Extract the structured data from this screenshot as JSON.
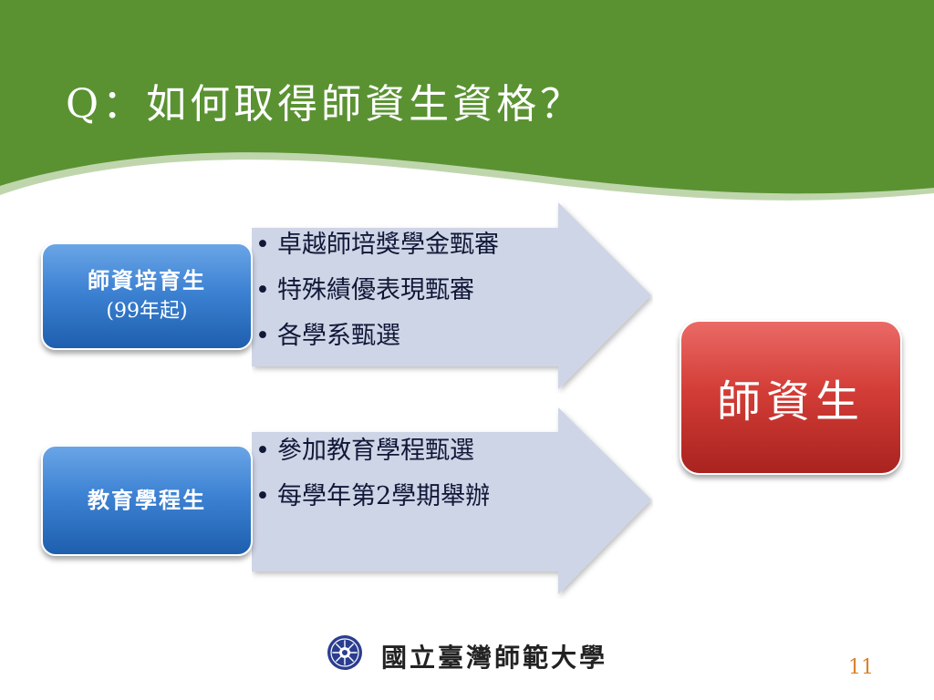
{
  "slide": {
    "title": "Q：如何取得師資生資格？",
    "colors": {
      "header_green": "#5a9232",
      "arrow_fill": "#ced5e6",
      "blue_box": "#3d82d3",
      "red_box": "#d43d37",
      "page_number": "#d9822b"
    }
  },
  "diagram": {
    "sources": [
      {
        "label": "師資培育生",
        "sublabel": "(99年起)",
        "bullets": [
          "卓越師培獎學金甄審",
          "特殊績優表現甄審",
          "各學系甄選"
        ]
      },
      {
        "label": "教育學程生",
        "bullets": [
          "參加教育學程甄選",
          "每學年第2學期舉辦"
        ]
      }
    ],
    "target": {
      "label": "師資生"
    }
  },
  "footer": {
    "logo_icon": "ntnu-emblem-icon",
    "university_name": "國立臺灣師範大學",
    "page_number": "11"
  }
}
